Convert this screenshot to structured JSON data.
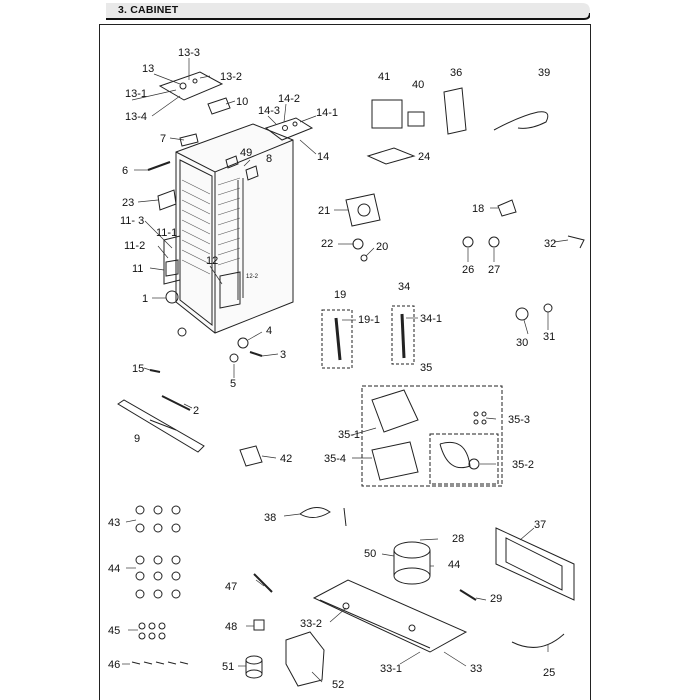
{
  "header": {
    "title": "3. CABINET"
  },
  "labels": [
    {
      "id": "13-3",
      "t": "13-3"
    },
    {
      "id": "13",
      "t": "13"
    },
    {
      "id": "13-2",
      "t": "13-2"
    },
    {
      "id": "13-1",
      "t": "13-1"
    },
    {
      "id": "13-4",
      "t": "13-4"
    },
    {
      "id": "10",
      "t": "10"
    },
    {
      "id": "14-2",
      "t": "14-2"
    },
    {
      "id": "14-3",
      "t": "14-3"
    },
    {
      "id": "14-1",
      "t": "14-1"
    },
    {
      "id": "14",
      "t": "14"
    },
    {
      "id": "7",
      "t": "7"
    },
    {
      "id": "49",
      "t": "49"
    },
    {
      "id": "8",
      "t": "8"
    },
    {
      "id": "6",
      "t": "6"
    },
    {
      "id": "23",
      "t": "23"
    },
    {
      "id": "11-3",
      "t": "11- 3"
    },
    {
      "id": "11-1",
      "t": "11-1"
    },
    {
      "id": "11-2",
      "t": "11-2"
    },
    {
      "id": "11",
      "t": "11"
    },
    {
      "id": "12",
      "t": "12"
    },
    {
      "id": "12-2",
      "t": "12-2"
    },
    {
      "id": "1",
      "t": "1"
    },
    {
      "id": "4",
      "t": "4"
    },
    {
      "id": "3",
      "t": "3"
    },
    {
      "id": "5",
      "t": "5"
    },
    {
      "id": "15",
      "t": "15"
    },
    {
      "id": "2",
      "t": "2"
    },
    {
      "id": "9",
      "t": "9"
    },
    {
      "id": "41",
      "t": "41"
    },
    {
      "id": "40",
      "t": "40"
    },
    {
      "id": "36",
      "t": "36"
    },
    {
      "id": "39",
      "t": "39"
    },
    {
      "id": "24",
      "t": "24"
    },
    {
      "id": "21",
      "t": "21"
    },
    {
      "id": "18",
      "t": "18"
    },
    {
      "id": "22",
      "t": "22"
    },
    {
      "id": "20",
      "t": "20"
    },
    {
      "id": "26",
      "t": "26"
    },
    {
      "id": "27",
      "t": "27"
    },
    {
      "id": "32",
      "t": "32"
    },
    {
      "id": "19",
      "t": "19"
    },
    {
      "id": "19-1",
      "t": "19-1"
    },
    {
      "id": "34",
      "t": "34"
    },
    {
      "id": "34-1",
      "t": "34-1"
    },
    {
      "id": "30",
      "t": "30"
    },
    {
      "id": "31",
      "t": "31"
    },
    {
      "id": "35",
      "t": "35"
    },
    {
      "id": "35-3",
      "t": "35-3"
    },
    {
      "id": "35-1",
      "t": "35-1"
    },
    {
      "id": "35-4",
      "t": "35-4"
    },
    {
      "id": "35-2",
      "t": "35-2"
    },
    {
      "id": "42",
      "t": "42"
    },
    {
      "id": "43",
      "t": "43"
    },
    {
      "id": "44a",
      "t": "44"
    },
    {
      "id": "38",
      "t": "38"
    },
    {
      "id": "28",
      "t": "28"
    },
    {
      "id": "50",
      "t": "50"
    },
    {
      "id": "44b",
      "t": "44"
    },
    {
      "id": "37",
      "t": "37"
    },
    {
      "id": "47",
      "t": "47"
    },
    {
      "id": "29",
      "t": "29"
    },
    {
      "id": "33-2",
      "t": "33-2"
    },
    {
      "id": "45",
      "t": "45"
    },
    {
      "id": "48",
      "t": "48"
    },
    {
      "id": "46",
      "t": "46"
    },
    {
      "id": "51",
      "t": "51"
    },
    {
      "id": "52",
      "t": "52"
    },
    {
      "id": "33-1",
      "t": "33-1"
    },
    {
      "id": "33",
      "t": "33"
    },
    {
      "id": "25",
      "t": "25"
    }
  ]
}
